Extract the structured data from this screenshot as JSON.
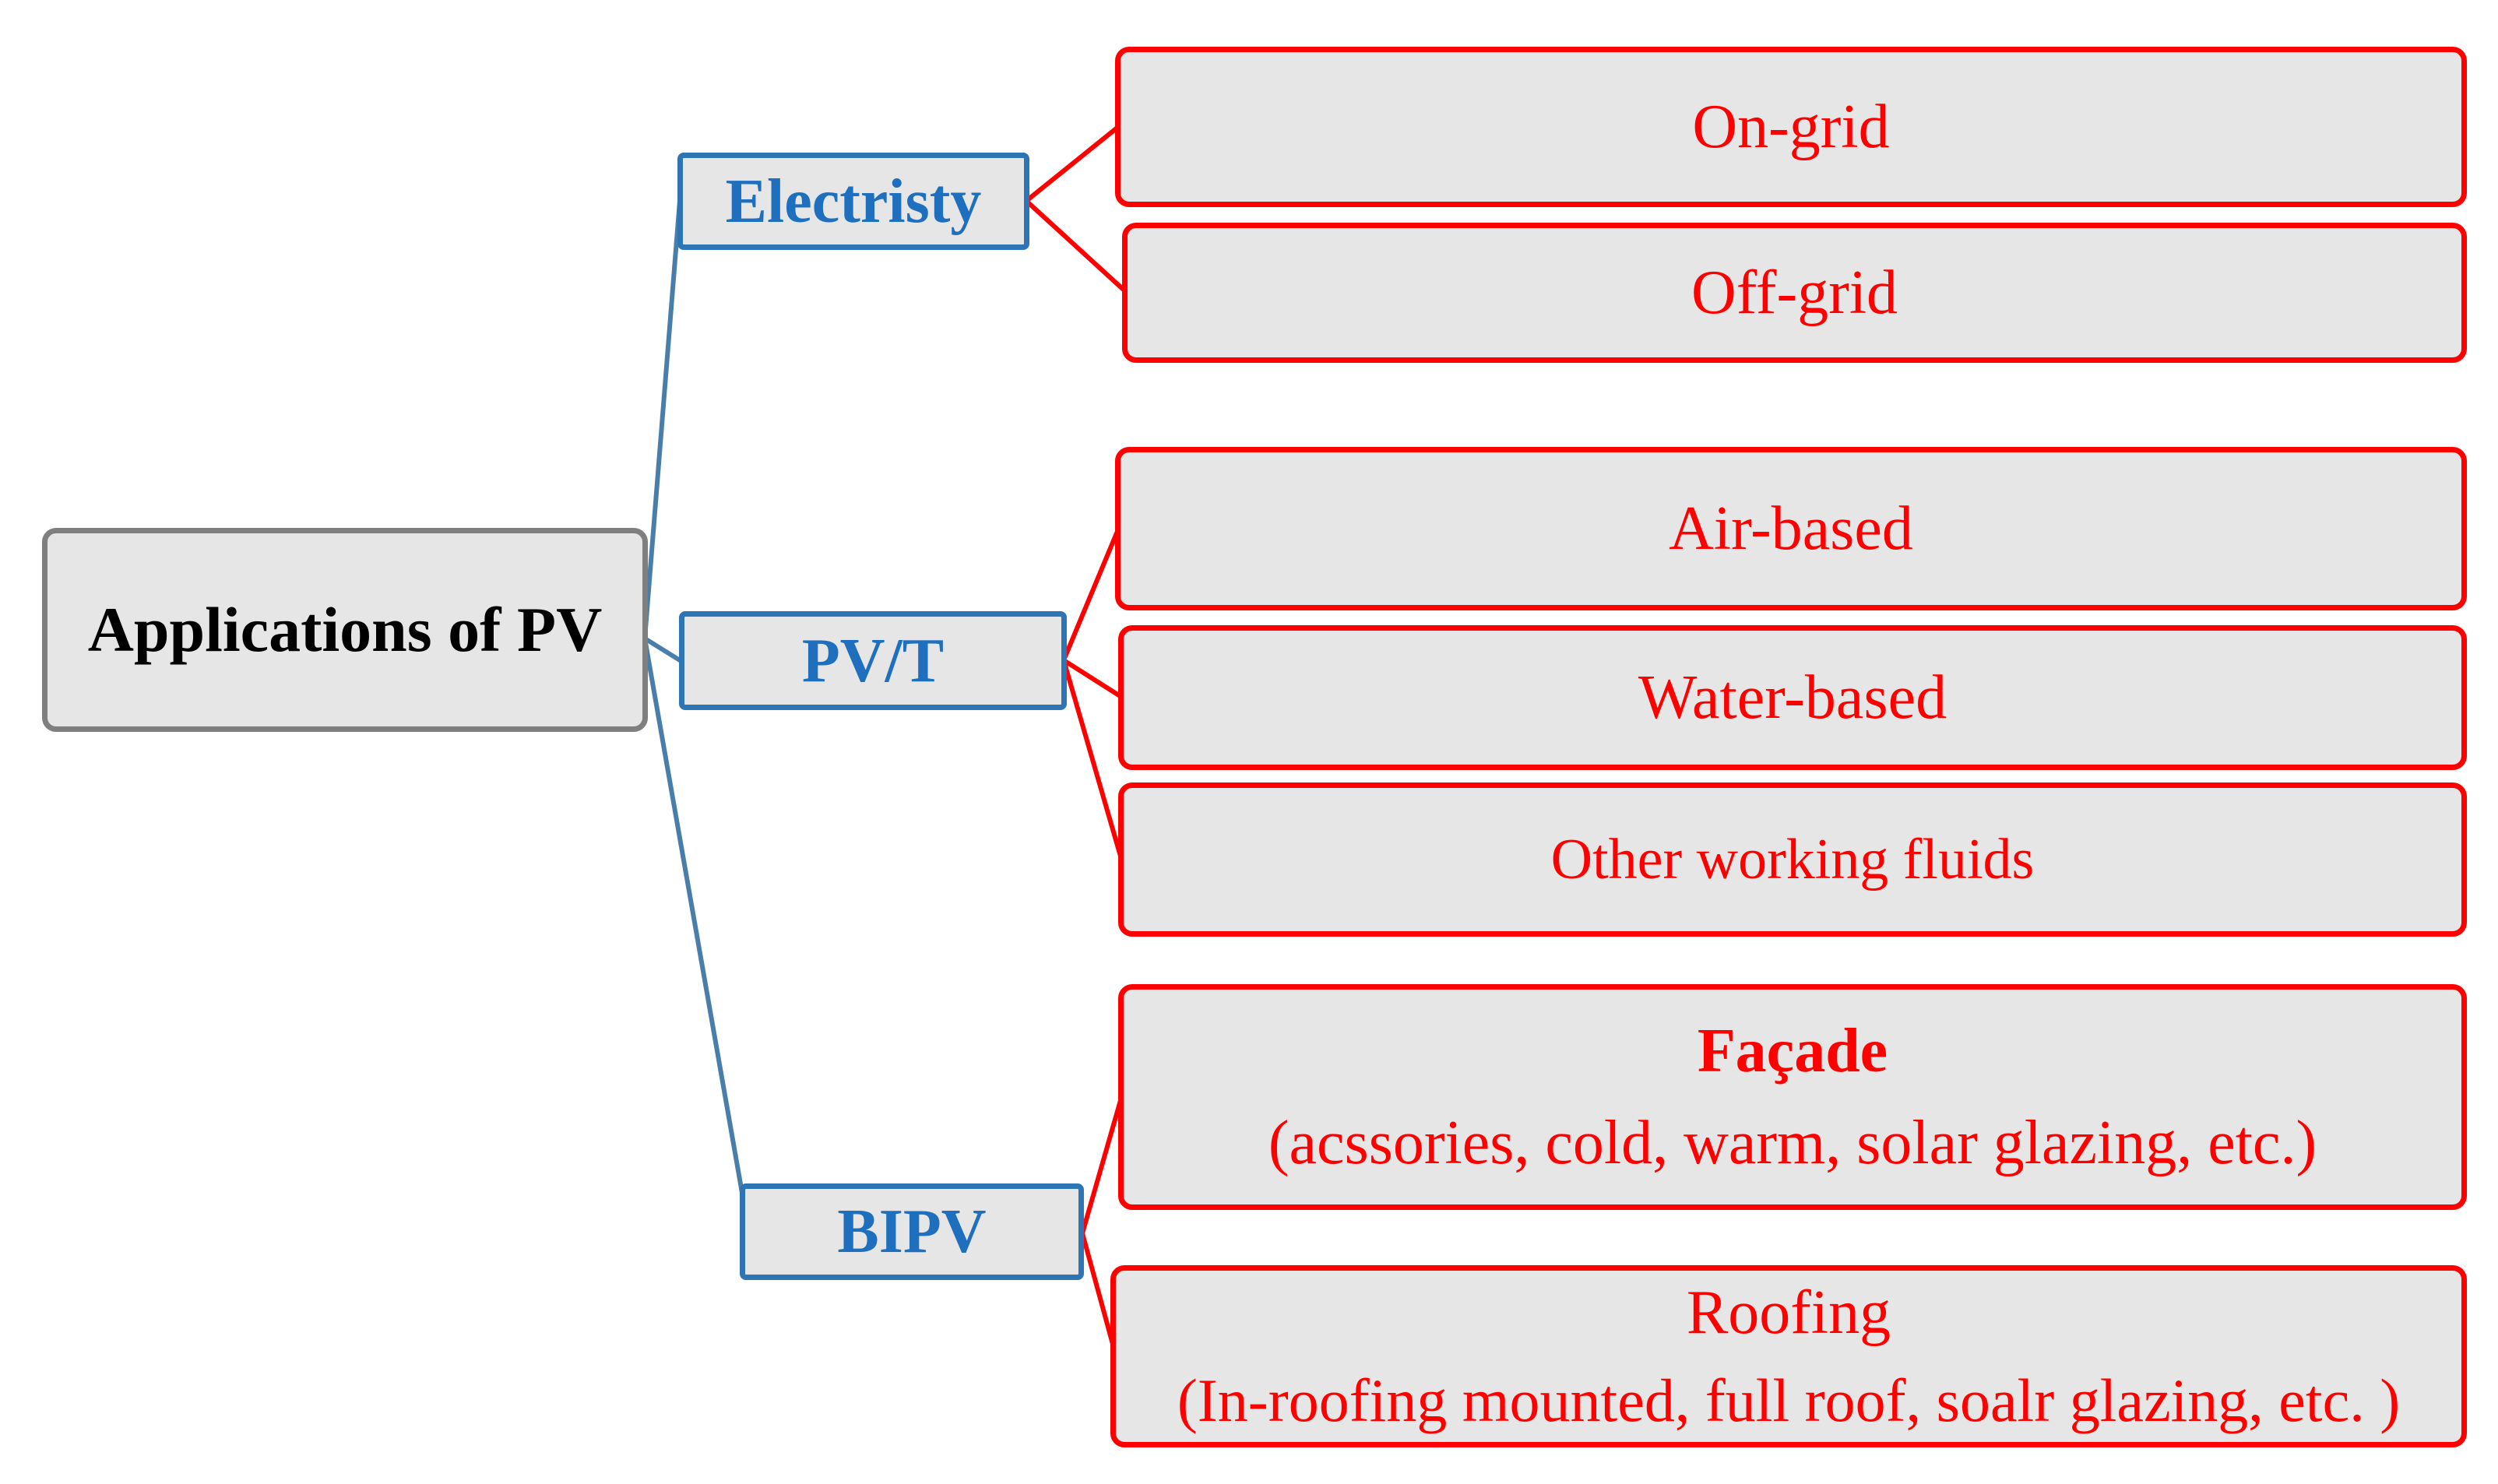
{
  "root": {
    "label": "Applications of PV"
  },
  "categories": [
    {
      "label": "Electristy"
    },
    {
      "label": "PV/T"
    },
    {
      "label": "BIPV"
    }
  ],
  "items": {
    "on_grid": "On-grid",
    "off_grid": "Off-grid",
    "air_based": "Air-based",
    "water_based": "Water-based",
    "other_fluids": "Other working fluids",
    "facade_title": "Façade",
    "facade_detail": "(acssories, cold, warm, solar glazing, etc.)",
    "roofing_title": "Roofing",
    "roofing_detail": "(In-roofing mounted, full roof, soalr glazing, etc. )"
  },
  "colors": {
    "root_border": "#7f7f7f",
    "category_border": "#2e75b6",
    "category_text": "#1f6fbf",
    "leaf_border": "#ff0000",
    "leaf_text": "#ff0000",
    "box_fill": "#e6e6e6"
  }
}
